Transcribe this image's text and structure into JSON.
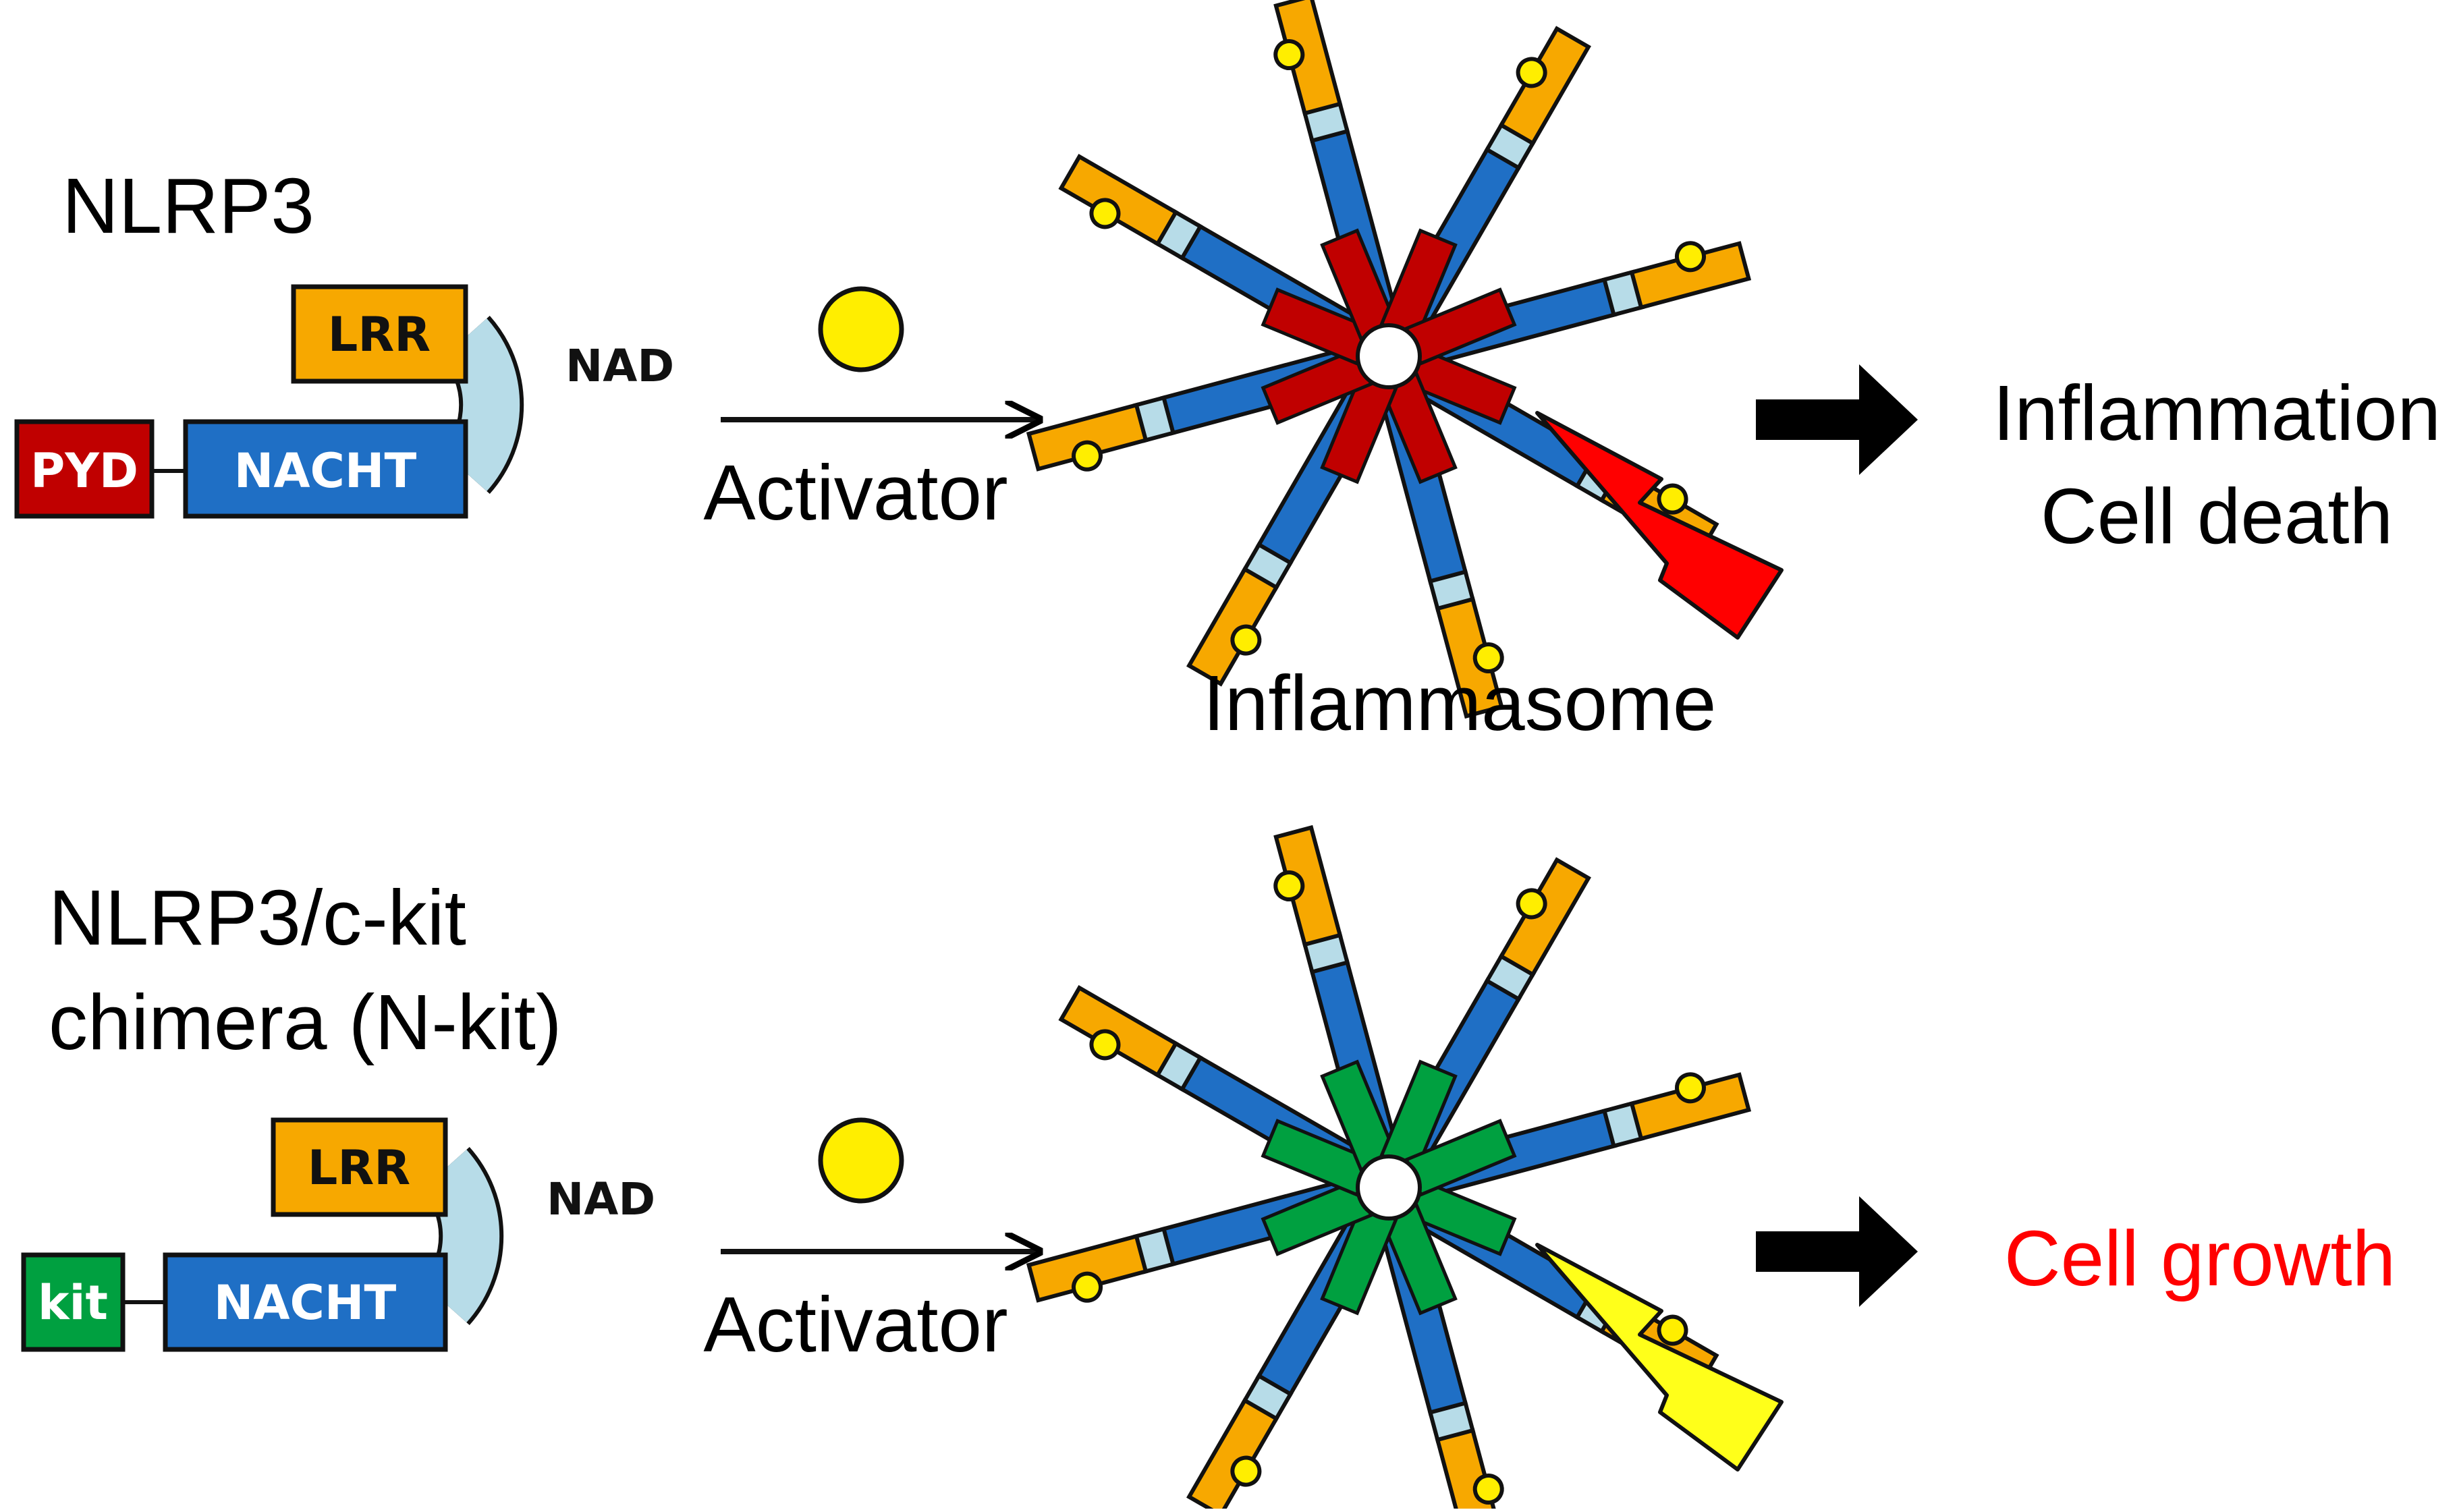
{
  "colors": {
    "pyd": "#c00000",
    "kit": "#00a040",
    "nacht": "#1f6fc5",
    "lrr": "#f7a800",
    "nad": "#b7dce8",
    "activator": "#ffee00",
    "bolt_top": "#ff0000",
    "bolt_bottom": "#ffff1a",
    "arrow": "#000000",
    "outcome_bottom": "#ff0000"
  },
  "top": {
    "label": "NLRP3",
    "domains": {
      "pyd": "PYD",
      "nacht": "NACHT",
      "lrr": "LRR",
      "nad": "NAD"
    },
    "activator_label": "Activator",
    "complex_label": "Inflammasome",
    "outcome_line1": "Inflammation",
    "outcome_line2": "Cell death"
  },
  "bottom": {
    "label_line1": "NLRP3/c-kit",
    "label_line2": "chimera (N-kit)",
    "domains": {
      "kit": "kit",
      "nacht": "NACHT",
      "lrr": "LRR",
      "nad": "NAD"
    },
    "activator_label": "Activator",
    "outcome": "Cell growth"
  },
  "icons": [
    "activator-ligand-icon",
    "reaction-arrow-icon",
    "block-arrow-icon",
    "lightning-bolt-icon"
  ]
}
